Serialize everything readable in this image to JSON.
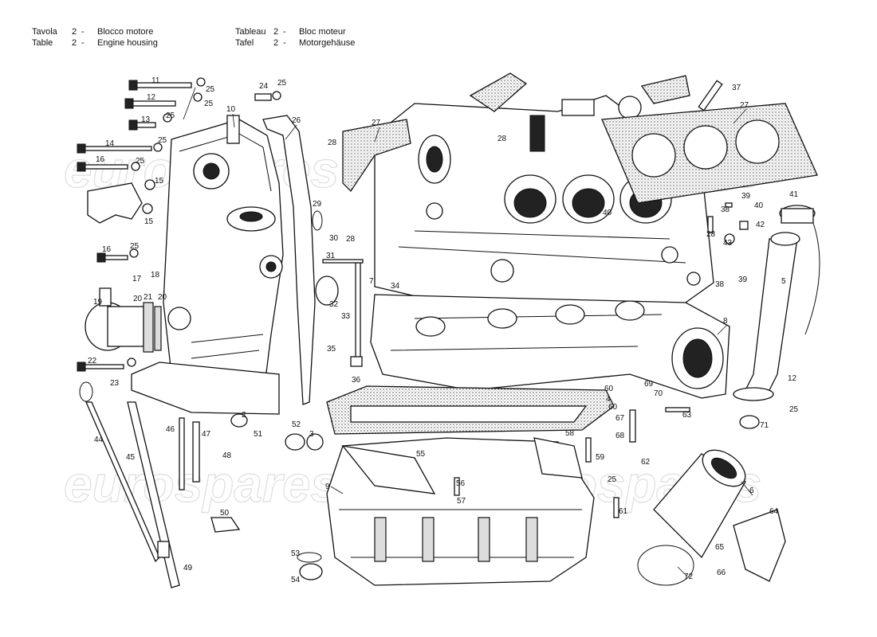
{
  "header": {
    "left": [
      {
        "word": "Tavola",
        "num": "2",
        "sep": "-",
        "title": "Blocco motore"
      },
      {
        "word": "Table",
        "num": "2",
        "sep": "-",
        "title": "Engine housing"
      }
    ],
    "right": [
      {
        "word": "Tableau",
        "num": "2",
        "sep": "-",
        "title": "Bloc moteur"
      },
      {
        "word": "Tafel",
        "num": "2",
        "sep": "-",
        "title": "Motorgehäuse"
      }
    ]
  },
  "watermark": "eurospares",
  "callouts": [
    {
      "id": "c11",
      "label": "11"
    },
    {
      "id": "c25a",
      "label": "25"
    },
    {
      "id": "c12a",
      "label": "12"
    },
    {
      "id": "c25b",
      "label": "25"
    },
    {
      "id": "c13",
      "label": "13"
    },
    {
      "id": "c25c",
      "label": "25"
    },
    {
      "id": "c14",
      "label": "14"
    },
    {
      "id": "c25d",
      "label": "25"
    },
    {
      "id": "c16a",
      "label": "16"
    },
    {
      "id": "c25e",
      "label": "25"
    },
    {
      "id": "c15a",
      "label": "15"
    },
    {
      "id": "c15b",
      "label": "15"
    },
    {
      "id": "c10",
      "label": "10"
    },
    {
      "id": "c24",
      "label": "24"
    },
    {
      "id": "c25f",
      "label": "25"
    },
    {
      "id": "c26",
      "label": "26"
    },
    {
      "id": "c28a",
      "label": "28"
    },
    {
      "id": "c28b",
      "label": "28"
    },
    {
      "id": "c27a",
      "label": "27"
    },
    {
      "id": "c27b",
      "label": "27"
    },
    {
      "id": "c37",
      "label": "37"
    },
    {
      "id": "c29",
      "label": "29"
    },
    {
      "id": "c30",
      "label": "30"
    },
    {
      "id": "c28c",
      "label": "28"
    },
    {
      "id": "c31",
      "label": "31"
    },
    {
      "id": "c32",
      "label": "32"
    },
    {
      "id": "c7",
      "label": "7"
    },
    {
      "id": "c34",
      "label": "34"
    },
    {
      "id": "c33",
      "label": "33"
    },
    {
      "id": "c35",
      "label": "35"
    },
    {
      "id": "c36",
      "label": "36"
    },
    {
      "id": "c16b",
      "label": "16"
    },
    {
      "id": "c25g",
      "label": "25"
    },
    {
      "id": "c17",
      "label": "17"
    },
    {
      "id": "c18",
      "label": "18"
    },
    {
      "id": "c19",
      "label": "19"
    },
    {
      "id": "c20a",
      "label": "20"
    },
    {
      "id": "c21",
      "label": "21"
    },
    {
      "id": "c20b",
      "label": "20"
    },
    {
      "id": "c22",
      "label": "22"
    },
    {
      "id": "c23",
      "label": "23"
    },
    {
      "id": "c40a",
      "label": "40"
    },
    {
      "id": "c39a",
      "label": "39"
    },
    {
      "id": "c40b",
      "label": "40"
    },
    {
      "id": "c41",
      "label": "41"
    },
    {
      "id": "c38a",
      "label": "38"
    },
    {
      "id": "c42",
      "label": "42"
    },
    {
      "id": "c28d",
      "label": "28"
    },
    {
      "id": "c43",
      "label": "43"
    },
    {
      "id": "c38b",
      "label": "38"
    },
    {
      "id": "c39b",
      "label": "39"
    },
    {
      "id": "c5",
      "label": "5"
    },
    {
      "id": "c8",
      "label": "8"
    },
    {
      "id": "c60a",
      "label": "60"
    },
    {
      "id": "c4",
      "label": "4"
    },
    {
      "id": "c60b",
      "label": "60"
    },
    {
      "id": "c69",
      "label": "69"
    },
    {
      "id": "c70",
      "label": "70"
    },
    {
      "id": "c67",
      "label": "67"
    },
    {
      "id": "c68a",
      "label": "68"
    },
    {
      "id": "c63",
      "label": "63"
    },
    {
      "id": "c12b",
      "label": "12"
    },
    {
      "id": "c25h",
      "label": "25"
    },
    {
      "id": "c71",
      "label": "71"
    },
    {
      "id": "c44",
      "label": "44"
    },
    {
      "id": "c45",
      "label": "45"
    },
    {
      "id": "c46",
      "label": "46"
    },
    {
      "id": "c47",
      "label": "47"
    },
    {
      "id": "c48",
      "label": "48"
    },
    {
      "id": "c2",
      "label": "2"
    },
    {
      "id": "c51",
      "label": "51"
    },
    {
      "id": "c52",
      "label": "52"
    },
    {
      "id": "c3",
      "label": "3"
    },
    {
      "id": "c58",
      "label": "58"
    },
    {
      "id": "c55",
      "label": "55"
    },
    {
      "id": "c59",
      "label": "59"
    },
    {
      "id": "c62",
      "label": "62"
    },
    {
      "id": "c9",
      "label": "9"
    },
    {
      "id": "c56",
      "label": "56"
    },
    {
      "id": "c57",
      "label": "57"
    },
    {
      "id": "c25i",
      "label": "25"
    },
    {
      "id": "c6",
      "label": "6"
    },
    {
      "id": "c61",
      "label": "61"
    },
    {
      "id": "c50",
      "label": "50"
    },
    {
      "id": "c64",
      "label": "64"
    },
    {
      "id": "c65",
      "label": "65"
    },
    {
      "id": "c53",
      "label": "53"
    },
    {
      "id": "c54",
      "label": "54"
    },
    {
      "id": "c49",
      "label": "49"
    },
    {
      "id": "c72",
      "label": "72"
    },
    {
      "id": "c66",
      "label": "66"
    }
  ]
}
